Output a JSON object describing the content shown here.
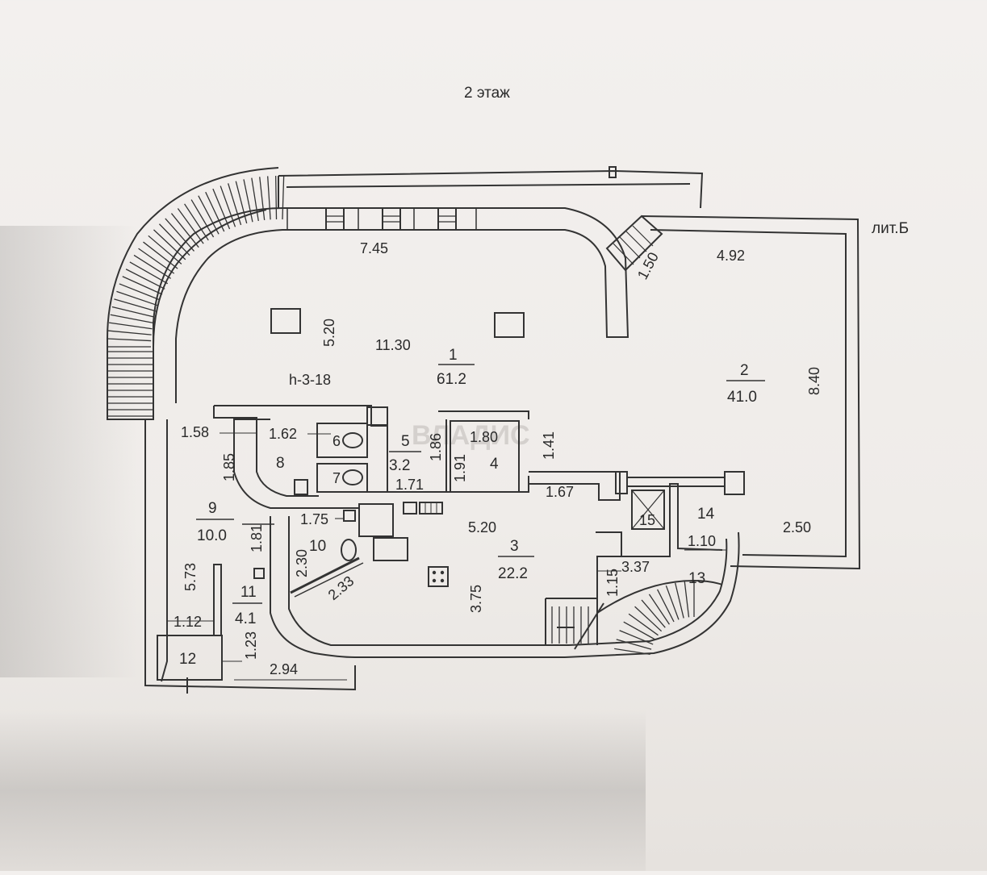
{
  "title": "2 этаж",
  "building_letter": "лит.Б",
  "watermark": "ВЛАДИС",
  "height_note": "h-3-18",
  "rooms": [
    {
      "id": "1",
      "area": "61.2"
    },
    {
      "id": "2",
      "area": "41.0"
    },
    {
      "id": "3",
      "area": "22.2"
    },
    {
      "id": "4",
      "area": ""
    },
    {
      "id": "5",
      "area": "3.2"
    },
    {
      "id": "6",
      "area": ""
    },
    {
      "id": "7",
      "area": ""
    },
    {
      "id": "8",
      "area": ""
    },
    {
      "id": "9",
      "area": "10.0"
    },
    {
      "id": "10",
      "area": ""
    },
    {
      "id": "11",
      "area": "4.1"
    },
    {
      "id": "12",
      "area": ""
    },
    {
      "id": "13",
      "area": ""
    },
    {
      "id": "14",
      "area": ""
    },
    {
      "id": "15",
      "area": ""
    }
  ],
  "dimensions": {
    "d_7_45": "7.45",
    "d_5_20a": "5.20",
    "d_11_30": "11.30",
    "d_1_50": "1.50",
    "d_4_92": "4.92",
    "d_8_40": "8.40",
    "d_1_58": "1.58",
    "d_1_62": "1.62",
    "d_1_85": "1.85",
    "d_1_86": "1.86",
    "d_1_80": "1.80",
    "d_1_41": "1.41",
    "d_1_91": "1.91",
    "d_1_71": "1.71",
    "d_1_67": "1.67",
    "d_1_75": "1.75",
    "d_1_81": "1.81",
    "d_5_20b": "5.20",
    "d_2_30": "2.30",
    "d_2_33": "2.33",
    "d_3_75": "3.75",
    "d_1_15": "1.15",
    "d_3_37": "3.37",
    "d_1_10": "1.10",
    "d_2_50": "2.50",
    "d_5_73": "5.73",
    "d_1_12": "1.12",
    "d_1_23": "1.23",
    "d_2_94": "2.94"
  },
  "colors": {
    "line": "#333333",
    "paper": "#f1eeeb"
  }
}
